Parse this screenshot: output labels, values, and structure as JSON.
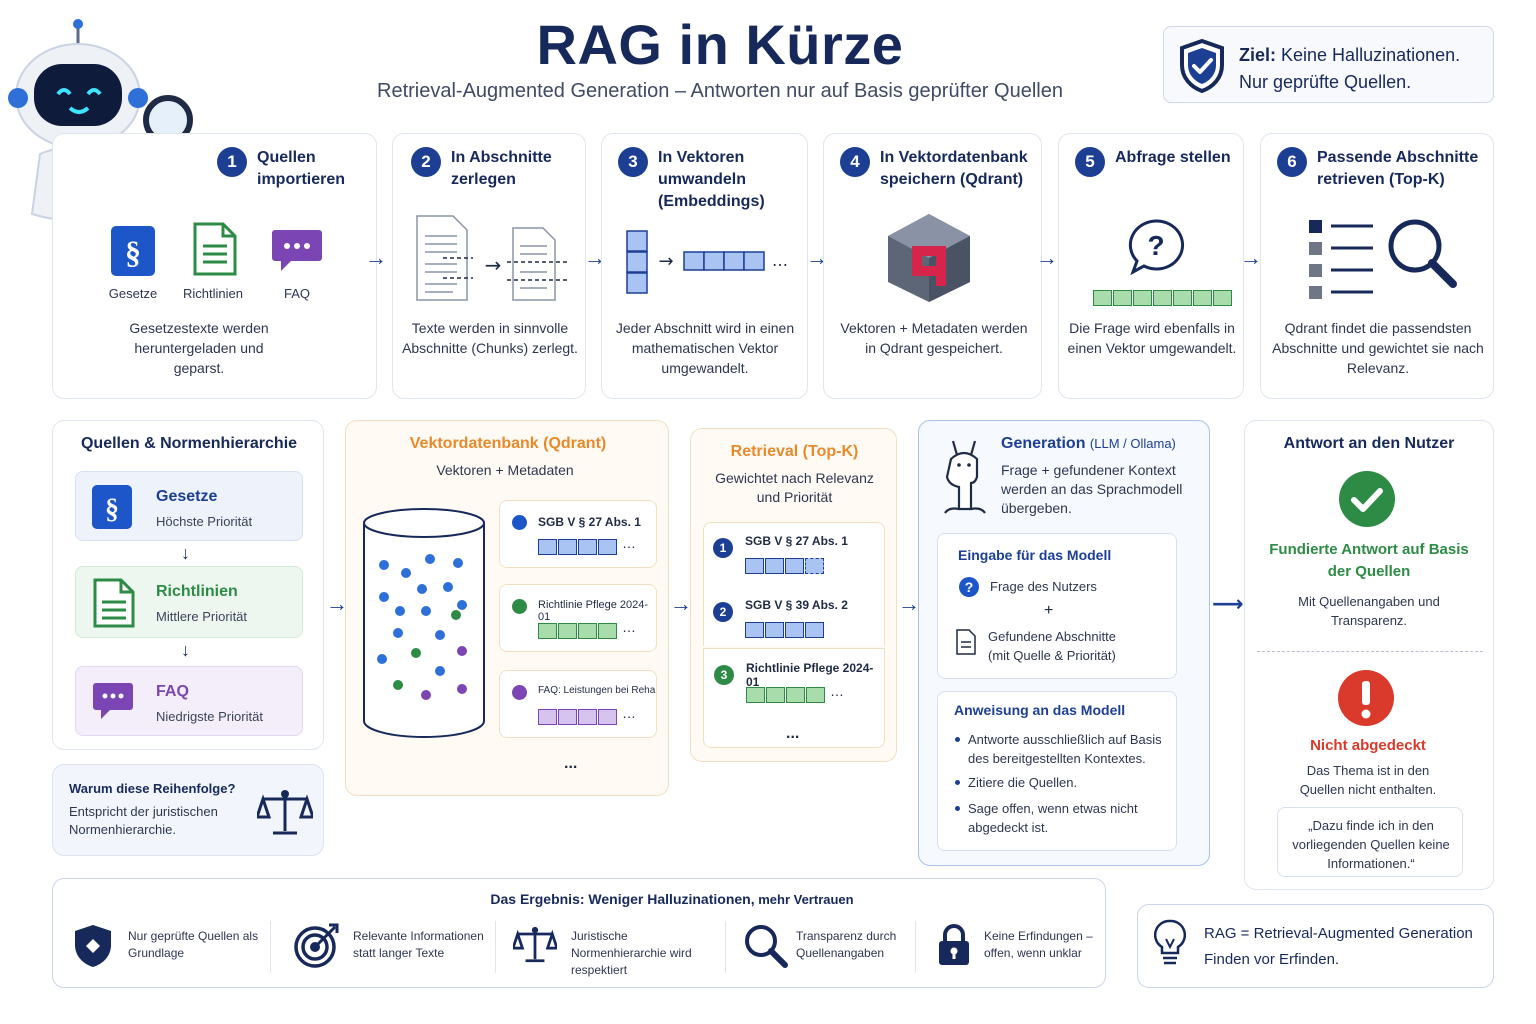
{
  "header": {
    "title": "RAG in Kürze",
    "subtitle": "Retrieval-Augmented Generation – Antworten nur auf Basis geprüfter Quellen",
    "goal_bold": "Ziel:",
    "goal_line1": " Keine Halluzinationen.",
    "goal_line2": "Nur geprüfte Quellen.",
    "robot_label": "KI"
  },
  "steps": [
    {
      "num": "1",
      "title": "Quellen importieren",
      "desc": "Gesetzestexte werden heruntergeladen und geparst.",
      "icons": [
        "Gesetze",
        "Richtlinien",
        "FAQ"
      ]
    },
    {
      "num": "2",
      "title": "In Abschnitte zerlegen",
      "desc": "Texte werden in sinnvolle Abschnitte (Chunks) zerlegt."
    },
    {
      "num": "3",
      "title": "In Vektoren umwandeln (Embeddings)",
      "desc": "Jeder Abschnitt wird in einen mathematischen Vektor umgewandelt."
    },
    {
      "num": "4",
      "title": "In Vektordatenbank speichern (Qdrant)",
      "desc": "Vektoren + Metadaten werden in Qdrant gespeichert."
    },
    {
      "num": "5",
      "title": "Abfrage stellen",
      "desc": "Die Frage wird ebenfalls in einen Vektor umgewandelt."
    },
    {
      "num": "6",
      "title": "Passende Abschnitte retrieven (Top-K)",
      "desc": "Qdrant findet die passendsten Abschnitte und gewichtet sie nach Relevanz."
    }
  ],
  "hierarchy": {
    "title": "Quellen & Normenhierarchie",
    "items": [
      {
        "name": "Gesetze",
        "level": "Höchste Priorität"
      },
      {
        "name": "Richtlinien",
        "level": "Mittlere Priorität"
      },
      {
        "name": "FAQ",
        "level": "Niedrigste Priorität"
      }
    ],
    "why_title": "Warum diese Reihenfolge?",
    "why_text": "Entspricht der juristischen Normenhierarchie."
  },
  "vectordb": {
    "title": "Vektordatenbank (Qdrant)",
    "subtitle": "Vektoren + Metadaten",
    "entries": [
      "SGB V § 27 Abs. 1",
      "Richtlinie Pflege 2024-01",
      "FAQ: Leistungen bei Reha"
    ],
    "more": "..."
  },
  "retrieval": {
    "title": "Retrieval (Top-K)",
    "subtitle": "Gewichtet nach Relevanz und Priorität",
    "results": [
      {
        "num": "1",
        "label": "SGB V § 27 Abs. 1"
      },
      {
        "num": "2",
        "label": "SGB V § 39 Abs. 2"
      },
      {
        "num": "3",
        "label": "Richtlinie Pflege 2024-01"
      }
    ],
    "more": "..."
  },
  "generation": {
    "title": "Generation",
    "title_suffix": "(LLM / Ollama)",
    "desc": "Frage + gefundener Kontext werden an das Sprachmodell übergeben.",
    "input_title": "Eingabe für das Modell",
    "input_q": "Frage des Nutzers",
    "plus": "+",
    "input_ctx_1": "Gefundene Abschnitte",
    "input_ctx_2": "(mit Quelle & Priorität)",
    "instr_title": "Anweisung an das Modell",
    "instr": [
      "Antworte ausschließlich auf Basis des bereitgestellten Kontextes.",
      "Zitiere die Quellen.",
      "Sage offen, wenn etwas nicht abgedeckt ist."
    ]
  },
  "answer": {
    "title": "Antwort an den Nutzer",
    "ok_title": "Fundierte Antwort auf Basis der Quellen",
    "ok_desc": "Mit Quellenangaben und Transparenz.",
    "nok_title": "Nicht abgedeckt",
    "nok_desc": "Das Thema ist in den Quellen nicht enthalten.",
    "quote": "„Dazu finde ich in den vorliegenden Quellen keine Informationen.“"
  },
  "result": {
    "title_a": "Das Ergebnis: Weniger Halluzinationen,",
    "title_b": " mehr Vertrauen",
    "items": [
      "Nur geprüfte Quellen als Grundlage",
      "Relevante Informationen statt langer Texte",
      "Juristische Normenhierarchie wird respektiert",
      "Transparenz durch Quellenangaben",
      "Keine Erfindungen – offen, wenn unklar"
    ]
  },
  "tagline": {
    "line1": "RAG = Retrieval-Augmented Generation",
    "line2": "Finden vor Erfinden."
  },
  "colors": {
    "navy": "#17295a",
    "blue": "#1c3f94",
    "orange": "#e8892b",
    "green": "#2e8b45",
    "purple": "#7b45b3",
    "red": "#d93a2b"
  }
}
